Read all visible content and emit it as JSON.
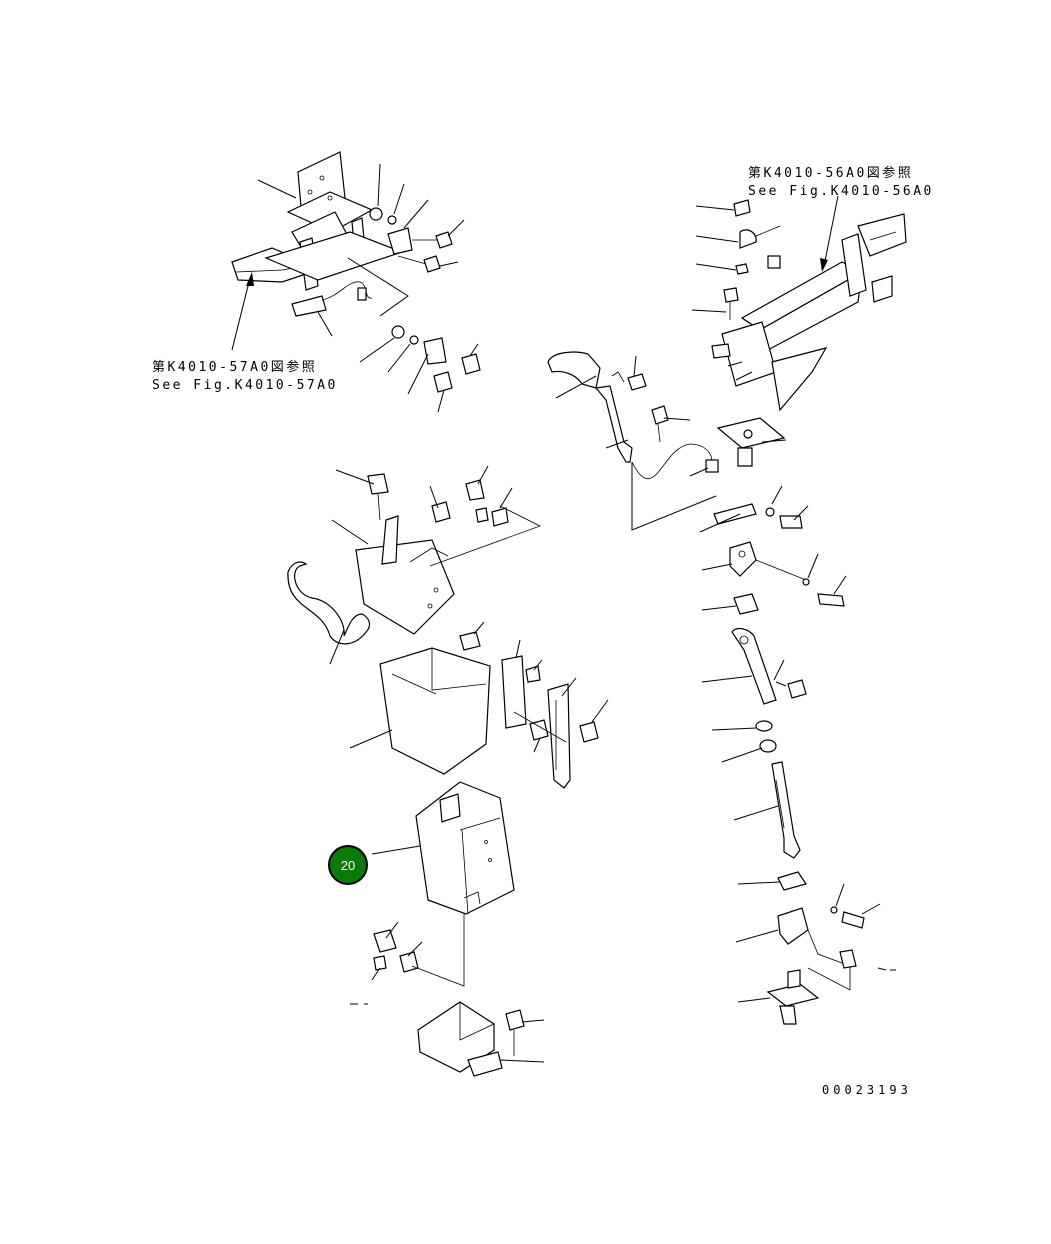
{
  "references": [
    {
      "line1": "第K4010-56A0図参照",
      "line2": "See Fig.K4010-56A0"
    },
    {
      "line1": "第K4010-57A0図参照",
      "line2": "See Fig.K4010-57A0"
    }
  ],
  "callout": {
    "number": "20"
  },
  "drawing_number": "00023193",
  "colors": {
    "callout_fill": "#0a7a0a",
    "line": "#000000",
    "background": "#ffffff"
  }
}
